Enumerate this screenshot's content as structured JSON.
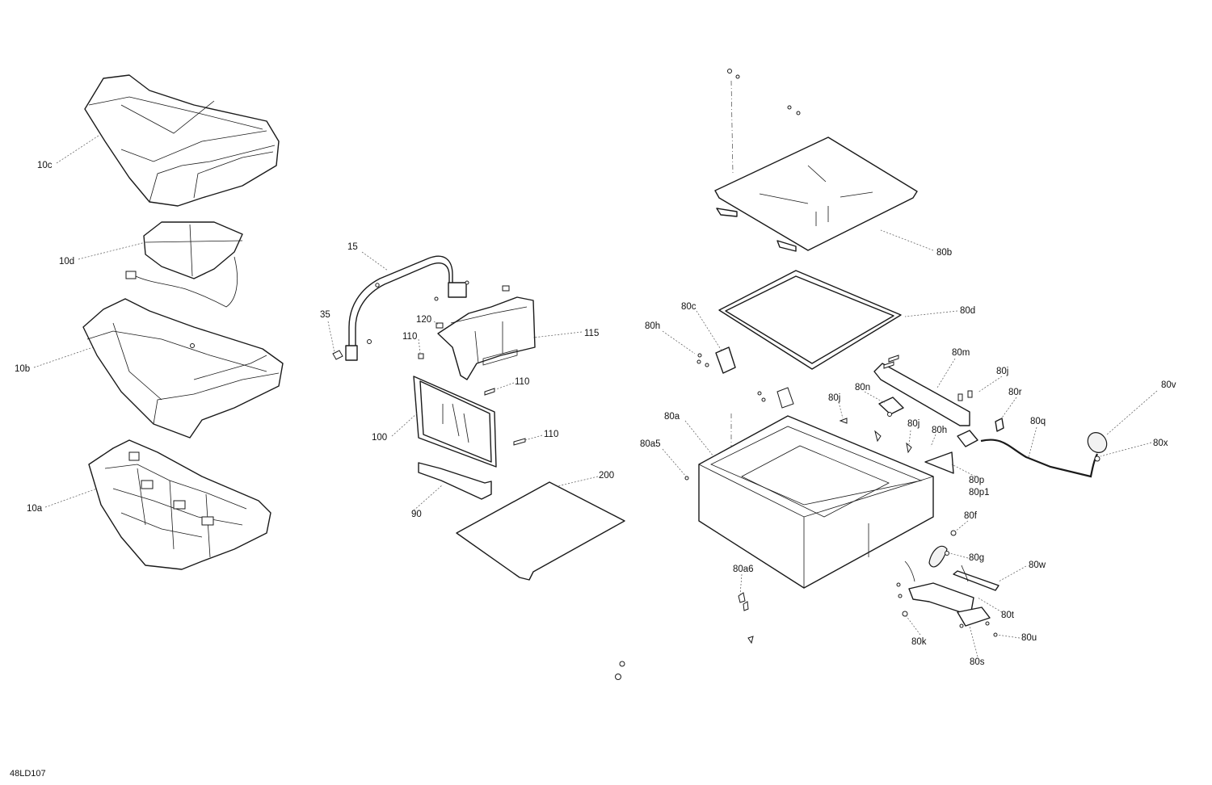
{
  "drawing_code": "48LD107",
  "callouts": {
    "c10c": "10c",
    "c10d": "10d",
    "c10b": "10b",
    "c10a": "10a",
    "c15": "15",
    "c35": "35",
    "c120": "120",
    "c115": "115",
    "c110a": "110",
    "c110b": "110",
    "c110c": "110",
    "c100": "100",
    "c90": "90",
    "c200": "200",
    "c80b": "80b",
    "c80d": "80d",
    "c80c": "80c",
    "c80h1": "80h",
    "c80m": "80m",
    "c80j1": "80j",
    "c80n": "80n",
    "c80j2": "80j",
    "c80r": "80r",
    "c80v": "80v",
    "c80a": "80a",
    "c80j3": "80j",
    "c80h2": "80h",
    "c80q": "80q",
    "c80x": "80x",
    "c80a5": "80a5",
    "c80p": "80p",
    "c80p1": "80p1",
    "c80f": "80f",
    "c80g": "80g",
    "c80w": "80w",
    "c80a6": "80a6",
    "c80t": "80t",
    "c80k": "80k",
    "c80u": "80u",
    "c80s": "80s"
  }
}
